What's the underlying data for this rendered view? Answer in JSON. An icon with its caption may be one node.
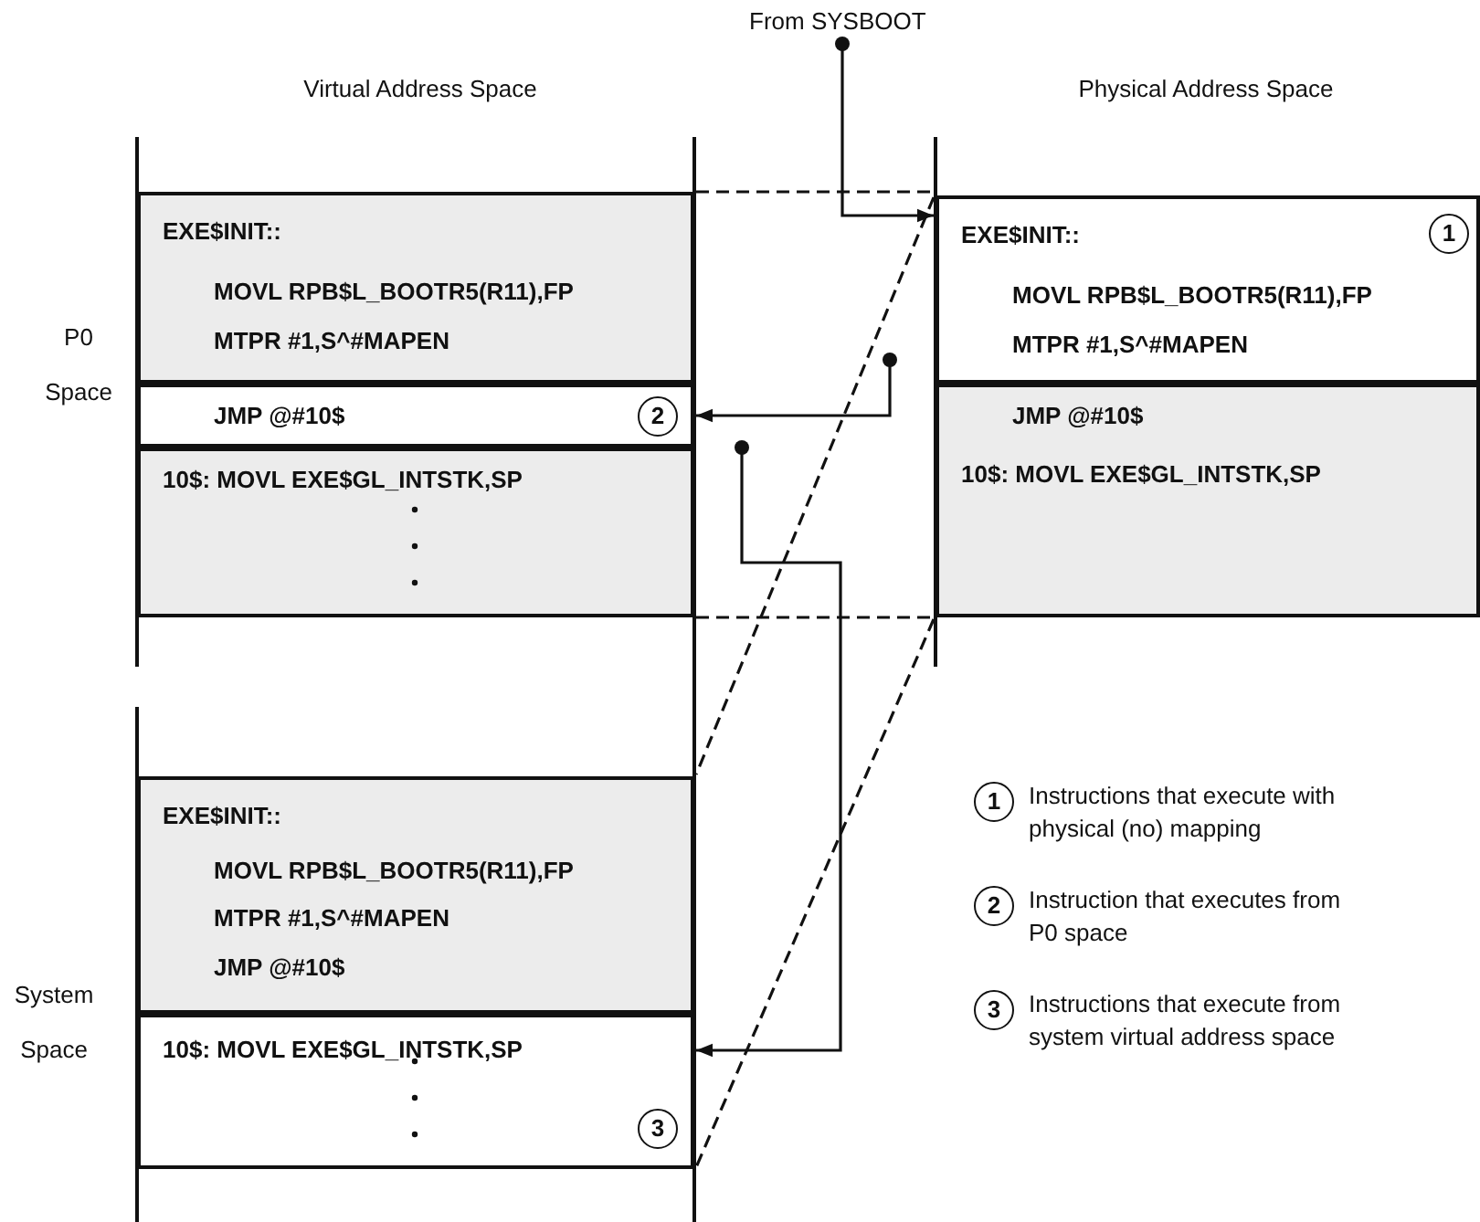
{
  "diagram": {
    "nodes": [
      {
        "text": [
          "From SYSBOOT"
        ]
      },
      {
        "text": [
          "EXE$INIT::",
          "MOVL RPB$L_BOOTR5(R11),FP",
          "MTPR #1,S^#MAPEN"
        ]
      },
      {
        "text": [
          "JMP @#10$",
          "2"
        ]
      },
      {
        "text": [
          "10$: MOVL EXE$GL_INTSTK,SP"
        ]
      },
      {
        "text": [
          "EXE$INIT::",
          "1",
          "MOVL RPB$L_BOOTR5(R11),FP",
          "MTPR #1,S^#MAPEN"
        ]
      },
      {
        "text": [
          "JMP @#10$",
          "10$: MOVL EXE$GL_INTSTK,SP"
        ]
      },
      {
        "text": [
          "EXE$INIT::",
          "MOVL RPB$L_BOOTR5(R11),FP",
          "MTPR #1,S^#MAPEN",
          "JMP @#10$"
        ]
      },
      {
        "text": [
          "10$: MOVL EXE$GL_INTSTK,SP",
          "3"
        ]
      }
    ],
    "edges": [
      {
        "from": 0,
        "to": 4,
        "arrow": "to"
      },
      {
        "from": 4,
        "to": 2,
        "arrow": "to"
      },
      {
        "from": 2,
        "to": 7,
        "arrow": "to"
      },
      {
        "from": 1,
        "to": 4,
        "arrow": "none",
        "style": "dashed"
      },
      {
        "from": 3,
        "to": 5,
        "arrow": "none",
        "style": "dashed"
      },
      {
        "from": 4,
        "to": 6,
        "arrow": "none",
        "style": "dashed"
      },
      {
        "from": 5,
        "to": 7,
        "arrow": "none",
        "style": "dashed"
      }
    ],
    "labels": [
      "Virtual Address Space",
      "Physical Address Space",
      "P0 Space",
      "System Space",
      "1",
      "2",
      "3"
    ],
    "legend": [
      {
        "text": "Instructions that execute with physical (no) mapping"
      },
      {
        "text": "Instruction that executes from P0 space"
      },
      {
        "text": "Instructions that execute from system virtual address space"
      }
    ]
  }
}
